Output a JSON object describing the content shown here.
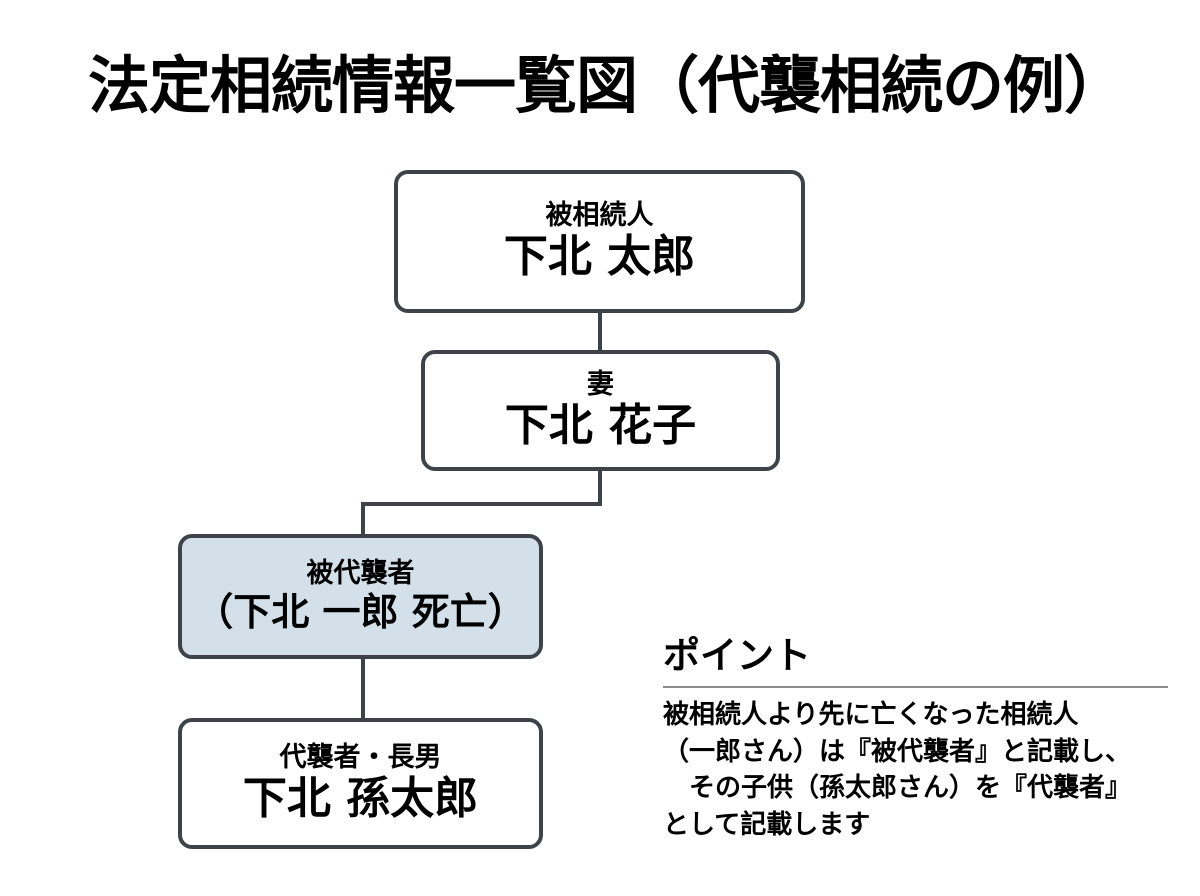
{
  "page": {
    "title": "法定相続情報一覧図（代襲相続の例）",
    "background_color": "#ffffff",
    "border_color": "#3d4349",
    "highlight_color": "#d4e0e9",
    "divider_color": "#8c8c8c"
  },
  "tree": {
    "nodes": [
      {
        "id": "decedent",
        "role": "被相続人",
        "name": "下北 太郎",
        "highlighted": false
      },
      {
        "id": "spouse",
        "role": "妻",
        "name": "下北 花子",
        "highlighted": false
      },
      {
        "id": "predeceased",
        "role": "被代襲者",
        "name": "（下北 一郎 死亡）",
        "highlighted": true
      },
      {
        "id": "substitute",
        "role": "代襲者・長男",
        "name": "下北 孫太郎",
        "highlighted": false
      }
    ]
  },
  "point_panel": {
    "heading": "ポイント",
    "lines": [
      "被相続人より先に亡くなった相続人",
      "（一郎さん）は『被代襲者』と記載し、",
      "　その子供（孫太郎さん）を『代襲者』",
      "として記載します"
    ]
  }
}
